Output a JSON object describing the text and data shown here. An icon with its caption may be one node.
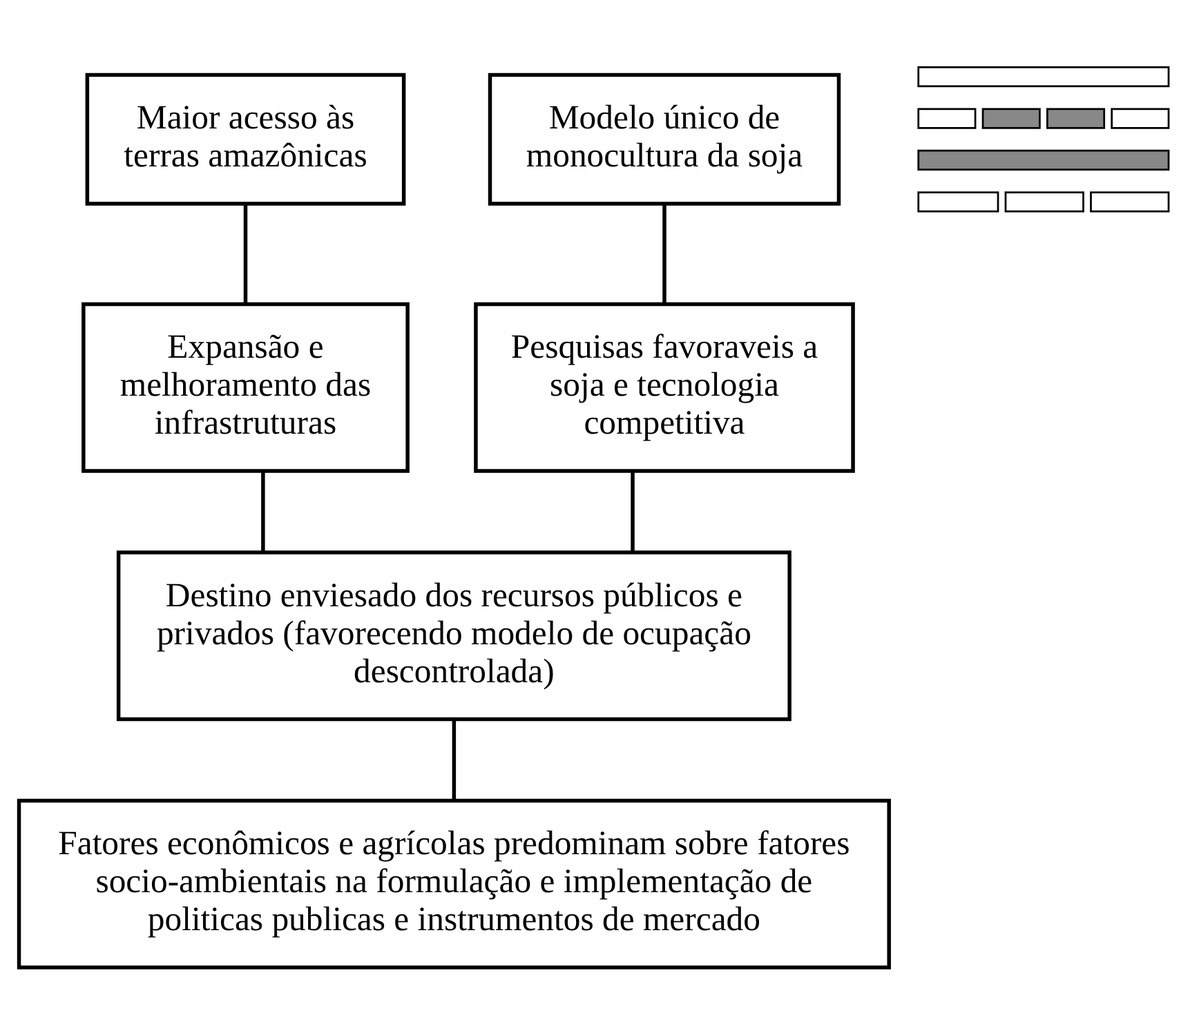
{
  "diagram": {
    "nodes": [
      {
        "text": [
          "Maior acesso às terras amazônicas"
        ]
      },
      {
        "text": [
          "Modelo único de monocultura da soja"
        ]
      },
      {
        "text": [
          "Expansão e melhoramento das infrastruturas"
        ]
      },
      {
        "text": [
          "Pesquisas favoraveis a soja e tecnologia competitiva"
        ]
      },
      {
        "text": [
          "Destino enviesado dos recursos públicos e privados (favorecendo modelo de ocupação descontrolada)"
        ]
      },
      {
        "text": [
          "Fatores econômicos e agrícolas predominam sobre fatores socio-ambientais na formulação e implementação de politicas publicas e instrumentos de mercado"
        ]
      },
      {
        "text": [],
        "shape": "picture"
      }
    ],
    "edges": [
      {
        "from": 0,
        "to": 2,
        "arrow": "none"
      },
      {
        "from": 1,
        "to": 3,
        "arrow": "none"
      },
      {
        "from": 2,
        "to": 4,
        "arrow": "none"
      },
      {
        "from": 3,
        "to": 4,
        "arrow": "none"
      },
      {
        "from": 4,
        "to": 5,
        "arrow": "none"
      }
    ]
  }
}
